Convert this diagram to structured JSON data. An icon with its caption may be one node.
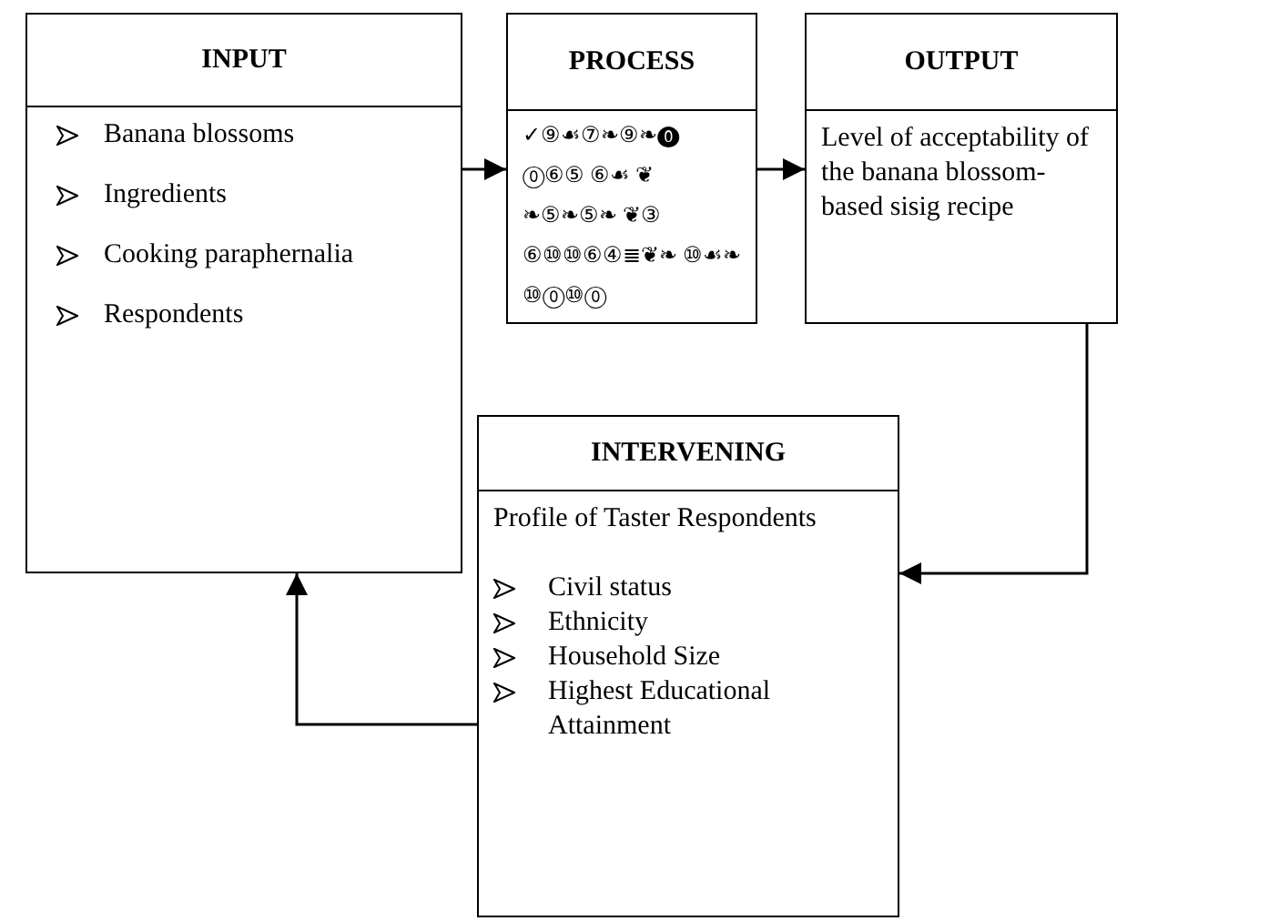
{
  "diagram": {
    "nodes": [
      {
        "text": [
          "INPUT",
          "Banana blossoms",
          "Ingredients",
          "Cooking paraphernalia",
          "Respondents"
        ]
      },
      {
        "text": [
          "PROCESS",
          "✓⑨☙⑦❧⑨❧⓿ ⓪⑥⑤ ⑥☙ ❦ ❧⑤❧⑤❧ ❦③ ⑥⑩⑩⑥④≣❦❧ ⑩☙❧ ⑩⓪⑩⓪"
        ]
      },
      {
        "text": [
          "OUTPUT",
          "Level of acceptability of the banana blossom-based sisig recipe"
        ]
      },
      {
        "text": [
          "INTERVENING",
          "Profile of Taster Respondents",
          "Civil status",
          "Ethnicity",
          "Household Size",
          "Highest Educational Attainment"
        ]
      }
    ],
    "edges": [
      {
        "from": 0,
        "to": 1,
        "arrow": "to"
      },
      {
        "from": 1,
        "to": 2,
        "arrow": "to"
      },
      {
        "from": 2,
        "to": 3,
        "arrow": "to"
      },
      {
        "from": 3,
        "to": 0,
        "arrow": "to"
      }
    ]
  }
}
